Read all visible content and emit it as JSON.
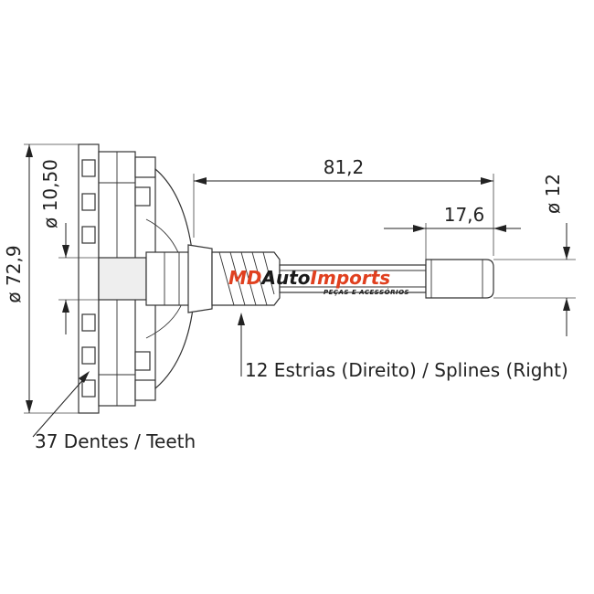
{
  "dimensions": {
    "length_total": "81,2",
    "length_end": "17,6",
    "dia_outer": "ø 72,9",
    "dia_hub": "ø 10,50",
    "dia_shaft": "ø 12"
  },
  "notes": {
    "splines": "12 Estrias (Direito) / Splines (Right)",
    "teeth": "37 Dentes / Teeth"
  },
  "logo": {
    "brand_md": "MD",
    "brand_auto": "Auto",
    "brand_imports": "Imports",
    "tagline": "PEÇAS E ACESSÓRIOS"
  },
  "colors": {
    "brand_red": "#e0401f",
    "brand_dark": "#1a1a1a",
    "line": "#333333"
  }
}
